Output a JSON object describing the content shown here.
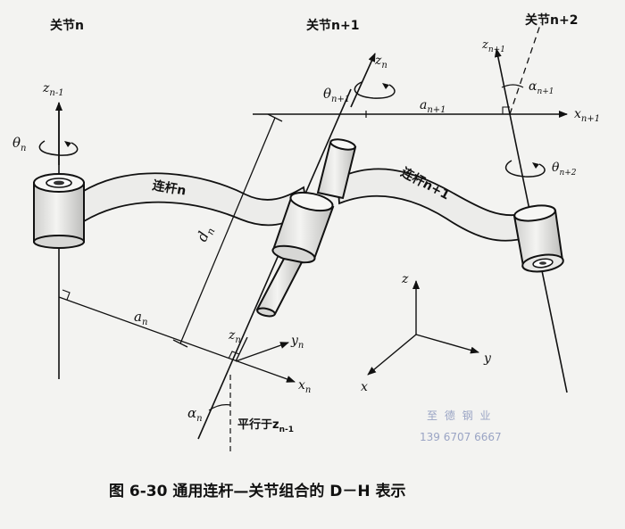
{
  "joints": {
    "n": "关节n",
    "n1": "关节n+1",
    "n2": "关节n+2"
  },
  "links": {
    "n": "连杆n",
    "n1": "连杆n+1"
  },
  "labels": {
    "z_n_minus_1": "z",
    "z_n_minus_1_sub": "n-1",
    "theta_n": "θ",
    "theta_n_sub": "n",
    "d_n": "d",
    "d_n_sub": "n",
    "a_n": "a",
    "a_n_sub": "n",
    "z_n_frame": "z",
    "z_n_frame_sub": "n",
    "y_n": "y",
    "y_n_sub": "n",
    "x_n": "x",
    "x_n_sub": "n",
    "alpha_n": "α",
    "alpha_n_sub": "n",
    "parallel": "平行于z",
    "parallel_sub": "n-1",
    "z_n_top": "z",
    "z_n_top_sub": "n",
    "theta_n1": "θ",
    "theta_n1_sub": "n+1",
    "a_n1": "a",
    "a_n1_sub": "n+1",
    "z_n1": "z",
    "z_n1_sub": "n+1",
    "alpha_n1": "α",
    "alpha_n1_sub": "n+1",
    "x_n1": "x",
    "x_n1_sub": "n+1",
    "theta_n2": "θ",
    "theta_n2_sub": "n+2",
    "world_z": "z",
    "world_y": "y",
    "world_x": "x"
  },
  "watermark": {
    "name": "至 德 钢 业",
    "phone": "139  6707  6667"
  },
  "caption": "图 6-30    通用连杆—关节组合的 D－H 表示",
  "colors": {
    "ink": "#111111",
    "link_fill": "#e9e9e7",
    "watermark": "#9aa4c4"
  }
}
